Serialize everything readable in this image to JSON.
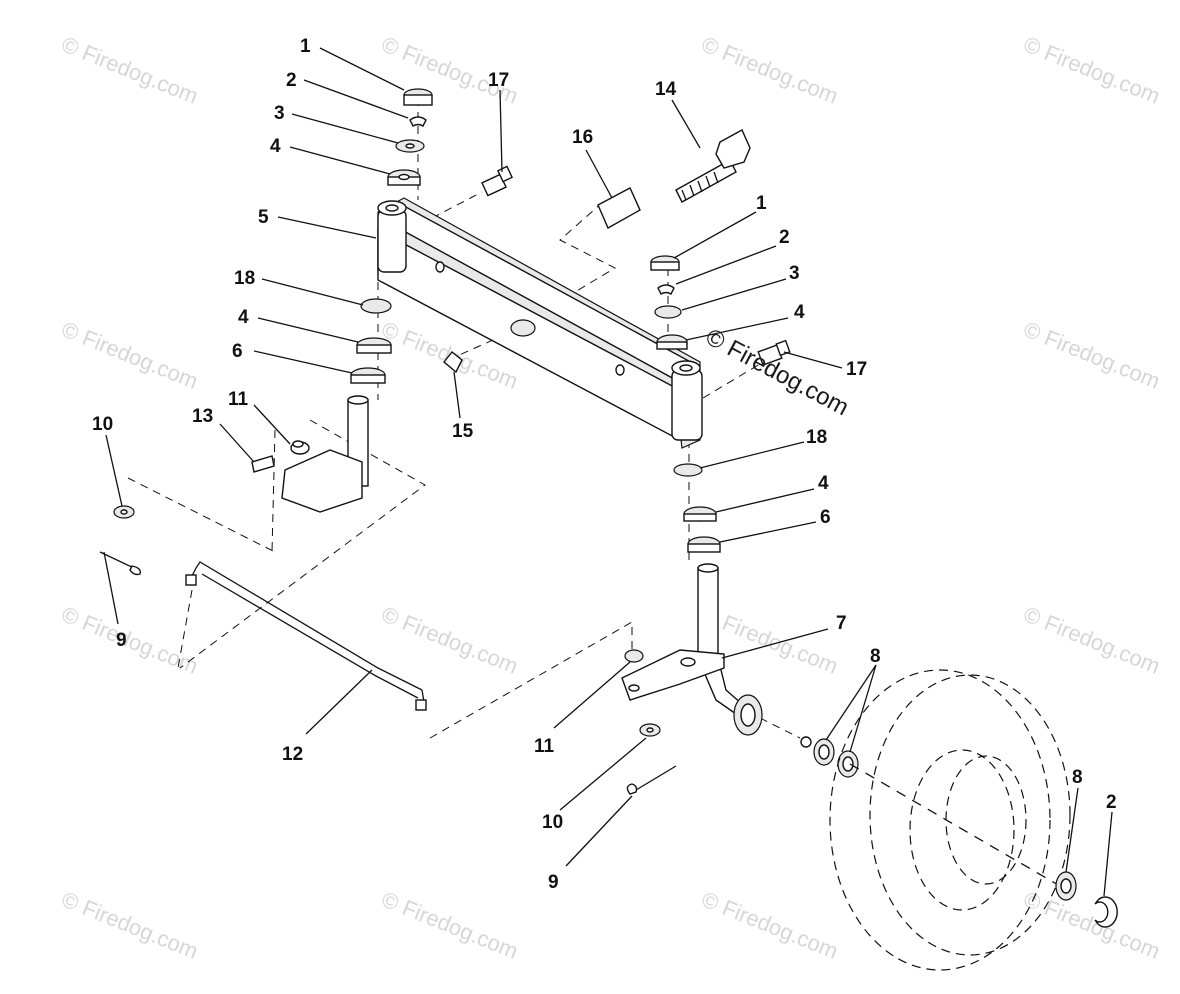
{
  "diagram": {
    "callouts": [
      "1",
      "2",
      "3",
      "4",
      "5",
      "18",
      "4",
      "6",
      "11",
      "13",
      "10",
      "9",
      "17",
      "16",
      "14",
      "1",
      "2",
      "3",
      "4",
      "17",
      "15",
      "18",
      "4",
      "6",
      "7",
      "8",
      "12",
      "11",
      "10",
      "9",
      "8",
      "2"
    ],
    "watermark": "© Firedog.com",
    "notice": "© Firedog.com"
  }
}
